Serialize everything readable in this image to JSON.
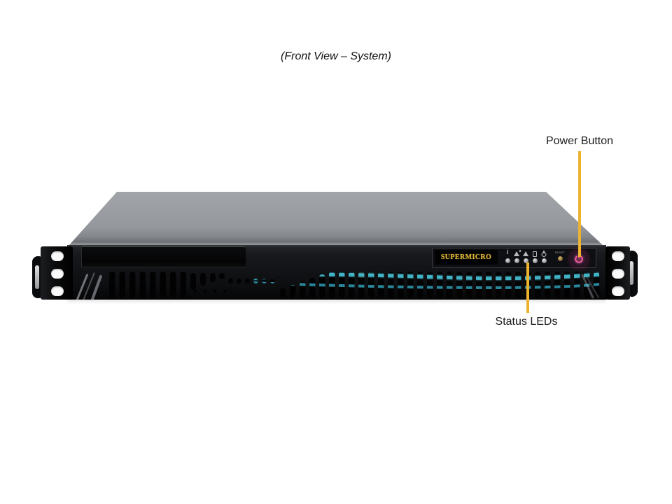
{
  "figure": {
    "title": "(Front View – System)"
  },
  "callouts": {
    "power": {
      "label": "Power Button",
      "line_color": "#EDB32F"
    },
    "status": {
      "label": "Status LEDs",
      "line_color": "#EDB32F"
    }
  },
  "chassis": {
    "front_panel": {
      "logo_text": "SUPERMICRO",
      "logo_color": "#E6BB3D",
      "reset_label": "RESET",
      "status_leds": [
        {
          "id": "information",
          "icon": "info-icon"
        },
        {
          "id": "nic2-activity",
          "icon": "nic2-alert-icon"
        },
        {
          "id": "nic1-activity",
          "icon": "nic1-alert-icon"
        },
        {
          "id": "hdd-activity",
          "icon": "hdd-icon"
        },
        {
          "id": "power-led",
          "icon": "power-symbol-icon"
        }
      ],
      "power_button_ring_color": "#EF5F9D",
      "cable_accent_color": "#46B9CD"
    }
  }
}
